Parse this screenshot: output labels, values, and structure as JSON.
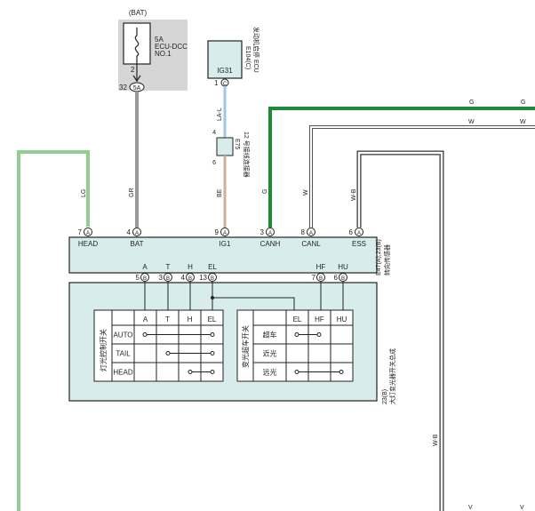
{
  "fuse": {
    "supply": "(BAT)",
    "rating": "5A",
    "name_line1": "ECU-DCC",
    "name_line2": "NO.1",
    "pin_top": "2",
    "pin_num": "32",
    "pin_conn": "5A"
  },
  "ecu": {
    "box_label": "IG31",
    "pin_num": "1",
    "pin_conn": "C",
    "conn_code": "E104(C)",
    "name": "发动机启停 ECU"
  },
  "junction": {
    "code": "E75",
    "name": "12 号接线连接器",
    "pin_top": "4",
    "pin_bottom": "6"
  },
  "wires": {
    "lg": "LG",
    "gr": "GR",
    "la_l": "LA-L",
    "be": "BE",
    "g": "G",
    "w": "W",
    "w_b": "W-B",
    "v": "V"
  },
  "sensor": {
    "conn_code": "E47(A),23(B)",
    "name": "转向传感器",
    "pins": [
      {
        "num": "7",
        "conn": "A",
        "label": "HEAD"
      },
      {
        "num": "4",
        "conn": "A",
        "label": "BAT"
      },
      {
        "num": "9",
        "conn": "A",
        "label": "IG1"
      },
      {
        "num": "3",
        "conn": "A",
        "label": "CANH"
      },
      {
        "num": "8",
        "conn": "A",
        "label": "CANL"
      },
      {
        "num": "6",
        "conn": "A",
        "label": "ESS"
      }
    ]
  },
  "switch_assembly": {
    "conn_code": "23(B)",
    "name": "大灯变光器开关总成",
    "pins": [
      {
        "label": "A",
        "num": "5",
        "conn": "B"
      },
      {
        "label": "T",
        "num": "3",
        "conn": "B"
      },
      {
        "label": "H",
        "num": "4",
        "conn": "B"
      },
      {
        "label": "EL",
        "num": "13",
        "conn": "B"
      },
      {
        "label": "HF",
        "num": "7",
        "conn": "B"
      },
      {
        "label": "HU",
        "num": "6",
        "conn": "B"
      }
    ],
    "light_switch": {
      "title": "灯光控制开关",
      "columns": [
        "A",
        "T",
        "H",
        "EL"
      ],
      "rows": [
        "AUTO",
        "TAIL",
        "HEAD"
      ]
    },
    "dimmer_switch": {
      "title": "变光超车开关",
      "columns": [
        "EL",
        "HF",
        "HU"
      ],
      "rows": [
        "超车",
        "近光",
        "远光"
      ]
    }
  }
}
